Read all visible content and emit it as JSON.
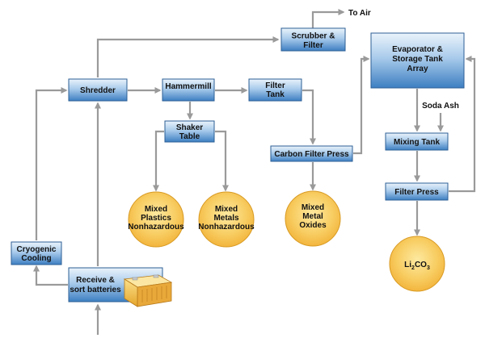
{
  "colors": {
    "box_top": "#eaf3fb",
    "box_bottom": "#3d7fc2",
    "box_border": "#2d5f95",
    "circle_inner": "#fde9a0",
    "circle_outer": "#f2b33a",
    "circle_border": "#d89a22",
    "arrow": "#9a9a9a"
  },
  "boxes": {
    "scrubber": [
      "Scrubber &",
      "Filter"
    ],
    "evaporator": [
      "Evaporator &",
      "Storage Tank",
      "Array"
    ],
    "shredder": [
      "Shredder"
    ],
    "hammermill": [
      "Hammermill"
    ],
    "filter_tank": [
      "Filter",
      "Tank"
    ],
    "shaker_table": [
      "Shaker",
      "Table"
    ],
    "carbon_filter_press": [
      "Carbon Filter Press"
    ],
    "mixing_tank": [
      "Mixing Tank"
    ],
    "filter_press": [
      "Filter Press"
    ],
    "cryogenic_cooling": [
      "Cryogenic",
      "Cooling"
    ],
    "receive_sort": [
      "Receive &",
      "sort batteries"
    ]
  },
  "outputs": {
    "mixed_plastics": [
      "Mixed",
      "Plastics",
      "Nonhazardous"
    ],
    "mixed_metals": [
      "Mixed",
      "Metals",
      "Nonhazardous"
    ],
    "mixed_metal_oxides": [
      "Mixed",
      "Metal",
      "Oxides"
    ],
    "lithium_carbonate": {
      "main": "Li",
      "sub1": "2",
      "mid": "CO",
      "sub2": "3"
    }
  },
  "labels": {
    "to_air": "To Air",
    "soda_ash": "Soda Ash"
  }
}
